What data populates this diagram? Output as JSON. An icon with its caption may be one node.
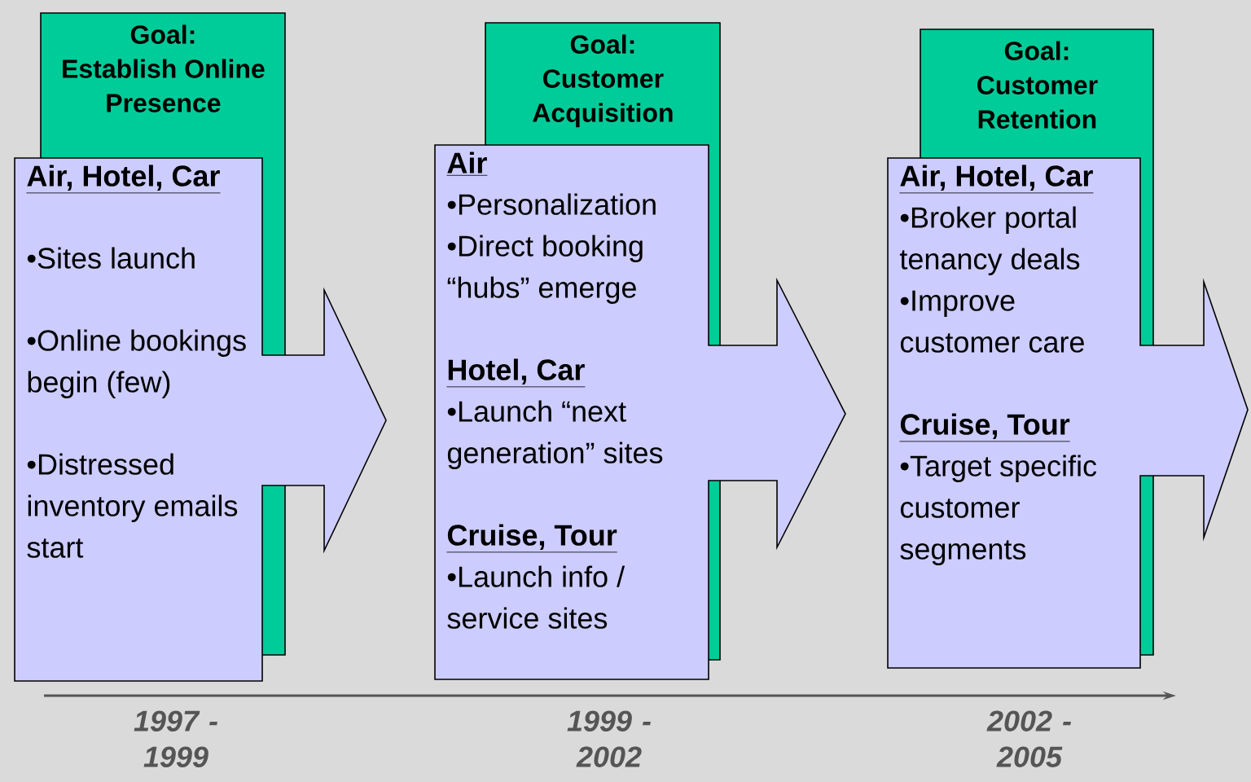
{
  "diagram": {
    "nodes": [
      {
        "text": [
          "Goal:",
          "Establish Online Presence"
        ]
      },
      {
        "text": [
          "Air, Hotel, Car",
          "•Sites launch",
          "•Online bookings begin (few)",
          "•Distressed inventory emails start"
        ]
      },
      {
        "text": [
          "Goal:",
          "Customer Acquisition"
        ]
      },
      {
        "text": [
          "Air",
          "•Personalization",
          "•Direct booking “hubs” emerge",
          "Hotel, Car",
          "•Launch “next generation” sites",
          "Cruise, Tour",
          "•Launch info / service sites"
        ]
      },
      {
        "text": [
          "Goal:",
          "Customer Retention"
        ]
      },
      {
        "text": [
          "Air, Hotel, Car",
          "•Broker portal tenancy deals",
          "•Improve customer care",
          "Cruise, Tour",
          "•Target specific customer segments"
        ]
      }
    ],
    "labels": [
      "1997 - 1999",
      "1999 - 2002",
      "2002 - 2005"
    ]
  }
}
